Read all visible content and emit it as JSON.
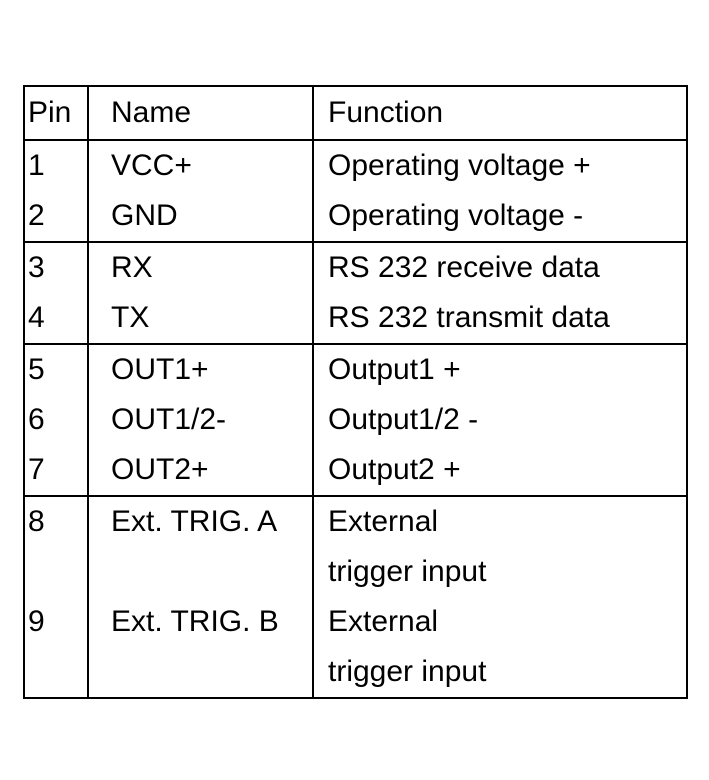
{
  "header": {
    "pin": "Pin",
    "name": "Name",
    "function": "Function"
  },
  "rows": [
    {
      "pin": "1",
      "name": "VCC+",
      "function": "Operating voltage +"
    },
    {
      "pin": "2",
      "name": "GND",
      "function": "Operating voltage -"
    },
    {
      "pin": "3",
      "name": "RX",
      "function": "RS 232 receive data"
    },
    {
      "pin": "4",
      "name": "TX",
      "function": "RS 232 transmit data"
    },
    {
      "pin": "5",
      "name": "OUT1+",
      "function": "Output1 +"
    },
    {
      "pin": "6",
      "name": "OUT1/2-",
      "function": "Output1/2 -"
    },
    {
      "pin": "7",
      "name": "OUT2+",
      "function": "Output2 +"
    },
    {
      "pin": "8",
      "name": "Ext. TRIG. A",
      "function": "External"
    },
    {
      "pin": "",
      "name": "",
      "function": "trigger input"
    },
    {
      "pin": "9",
      "name": "Ext. TRIG. B",
      "function": "External"
    },
    {
      "pin": "",
      "name": "",
      "function": "trigger input"
    }
  ]
}
